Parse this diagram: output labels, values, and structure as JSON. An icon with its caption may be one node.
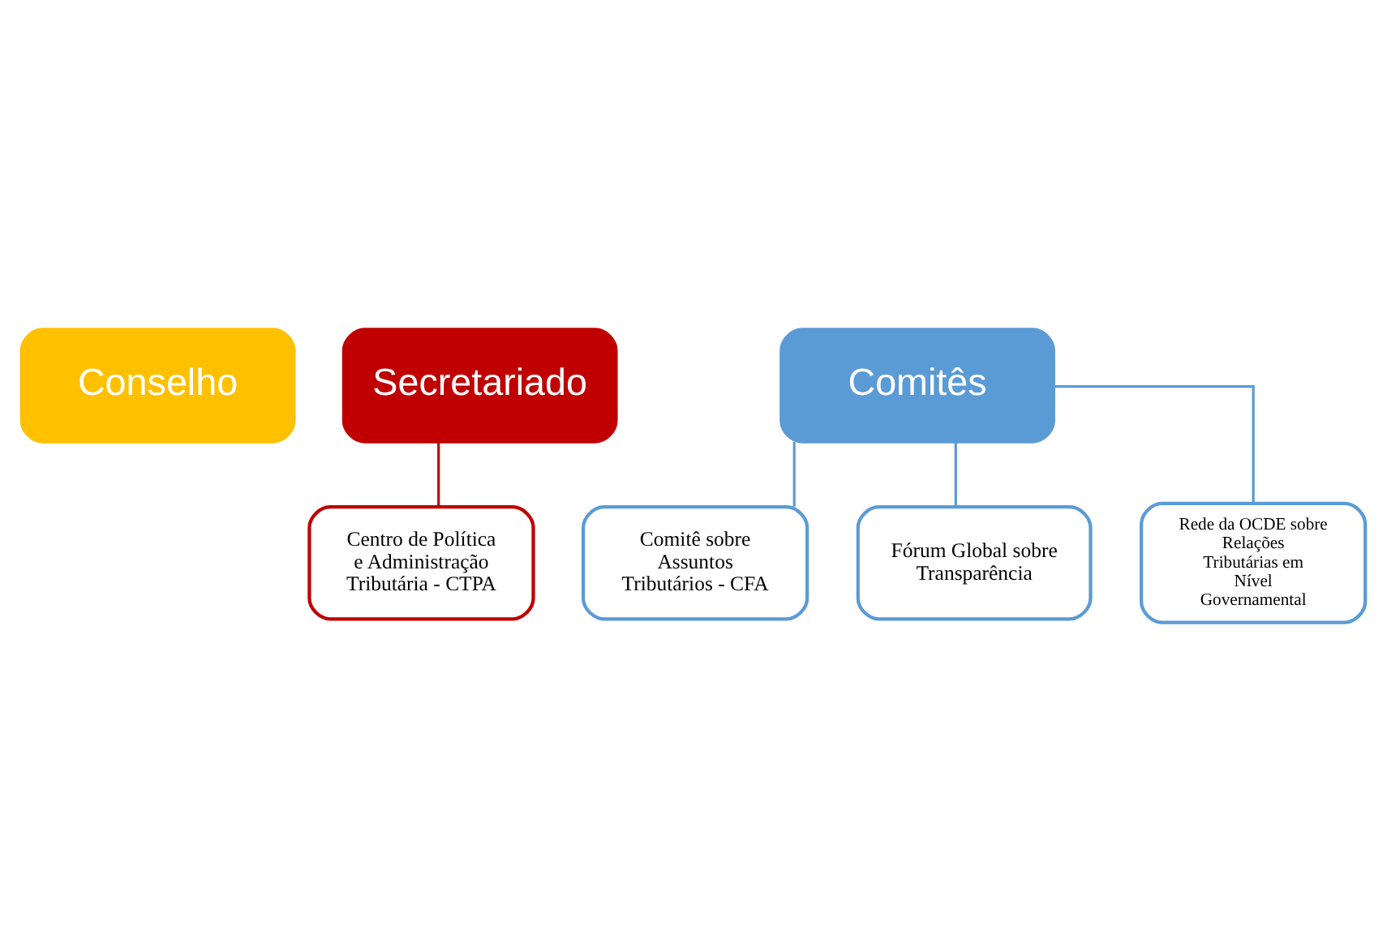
{
  "diagram": {
    "nodes": [
      {
        "text": [
          "Conselho"
        ]
      },
      {
        "text": [
          "Secretariado"
        ]
      },
      {
        "text": [
          "Comitês"
        ]
      },
      {
        "text": [
          "Centro de Política e Administração Tributária - CTPA"
        ]
      },
      {
        "text": [
          "Comitê sobre Assuntos Tributários - CFA"
        ]
      },
      {
        "text": [
          "Fórum Global sobre Transparência"
        ]
      },
      {
        "text": [
          "Rede da OCDE sobre Relações Tributárias em Nível Governamental"
        ]
      }
    ],
    "edges": [
      {
        "from": 1,
        "to": 3,
        "arrow": "none",
        "color": "#c00000"
      },
      {
        "from": 2,
        "to": 4,
        "arrow": "none"
      },
      {
        "from": 2,
        "to": 5,
        "arrow": "none"
      },
      {
        "from": 2,
        "to": 6,
        "arrow": "none"
      }
    ]
  }
}
